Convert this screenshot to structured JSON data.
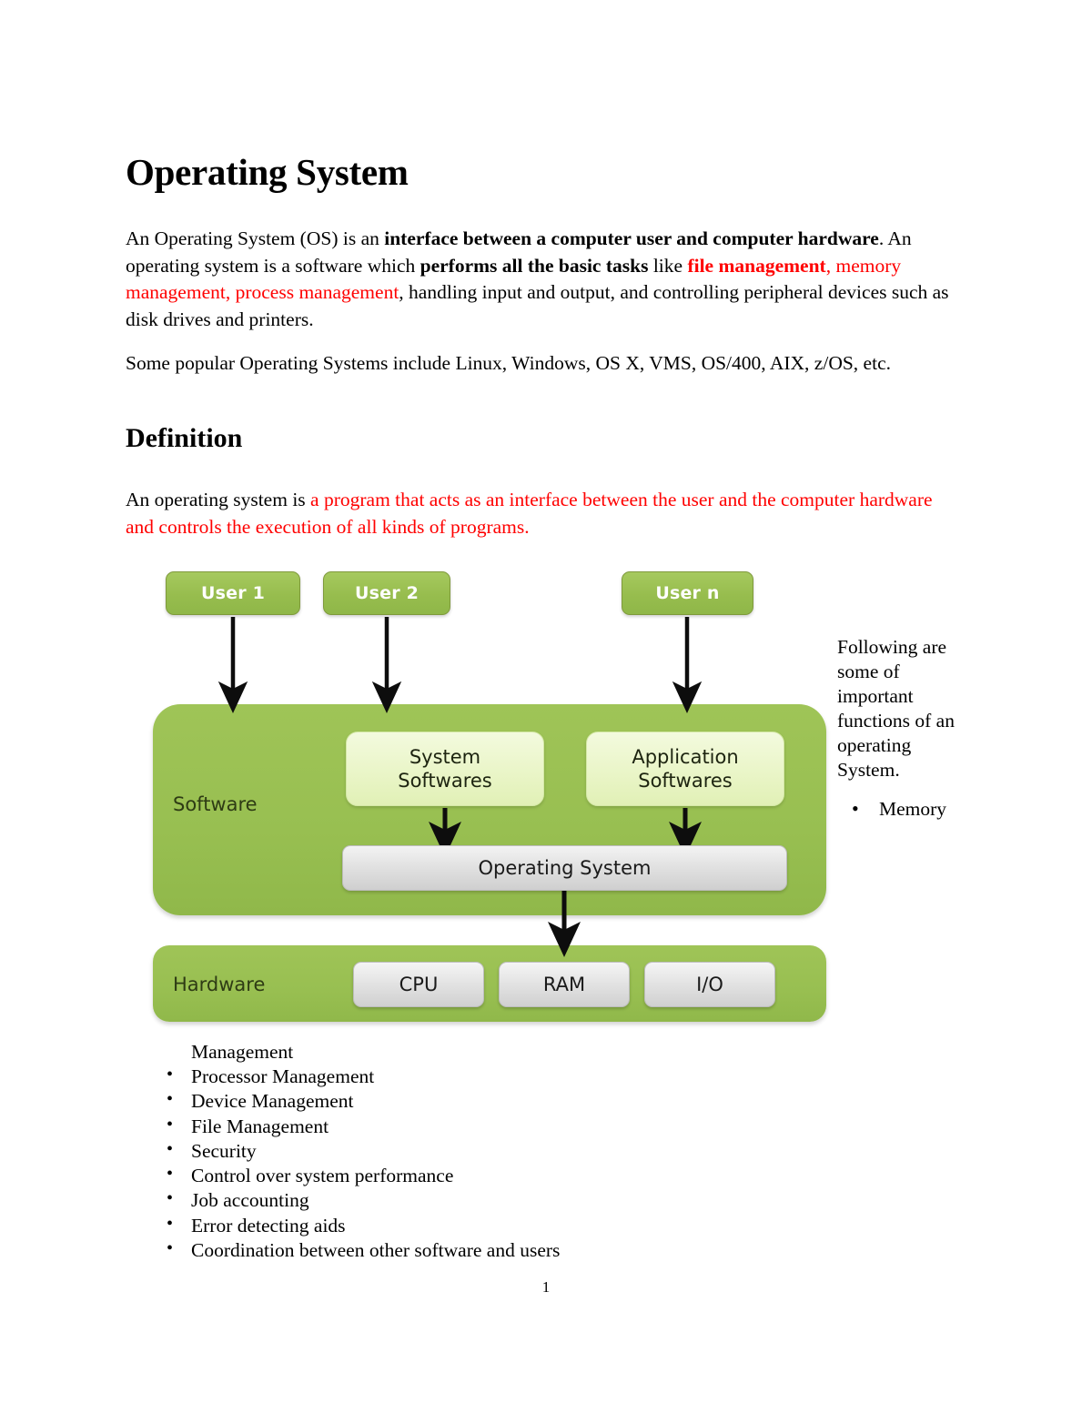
{
  "document": {
    "title": "Operating System",
    "page_number": "1"
  },
  "intro": {
    "seg1": "An Operating System (OS) is an ",
    "seg2_bold": "interface between a computer user and computer hardware",
    "seg3": ". An operating system is a software which ",
    "seg4_bold": "performs all the basic tasks",
    "seg5": " like ",
    "seg6_redbold": "file management",
    "seg7_red": ", memory management, process management",
    "seg8": ", handling input and output, and controlling peripheral devices such as disk drives and printers."
  },
  "popular": {
    "text": "Some popular Operating Systems include Linux, Windows, OS X, VMS, OS/400, AIX, z/OS, etc."
  },
  "definition": {
    "heading": "Definition",
    "lead": "An operating system is ",
    "red_text": "a program that acts as an interface between the user and the computer hardware and controls the execution of all kinds of programs."
  },
  "side_note": {
    "text": "Following are some of important functions of an operating System.",
    "bullets": [
      "Memory"
    ]
  },
  "functions_list": {
    "continuation": "Management",
    "items": [
      "Processor Management",
      "Device Management",
      "File Management",
      "Security",
      "Control over system performance",
      "Job accounting",
      "Error detecting aids",
      "Coordination between other software and users"
    ]
  },
  "diagram": {
    "users": [
      "User 1",
      "User 2",
      "User n"
    ],
    "software_label": "Software",
    "system_softwares": "System\nSoftwares",
    "system_softwares_l1": "System",
    "system_softwares_l2": "Softwares",
    "application_softwares_l1": "Application",
    "application_softwares_l2": "Softwares",
    "operating_system": "Operating System",
    "hardware_label": "Hardware",
    "hardware_components": [
      "CPU",
      "RAM",
      "I/O"
    ],
    "colors": {
      "panel_green": "#9bc154",
      "chip_green": "#97bd4e",
      "chip_border": "#7f9a3c",
      "soft_box_green": "#e9f5c6",
      "gray_box": "#e2e2e2",
      "arrow": "#0d0d0d"
    }
  },
  "colors": {
    "accent_red": "#ff0000",
    "text_black": "#000000",
    "background": "#ffffff"
  }
}
